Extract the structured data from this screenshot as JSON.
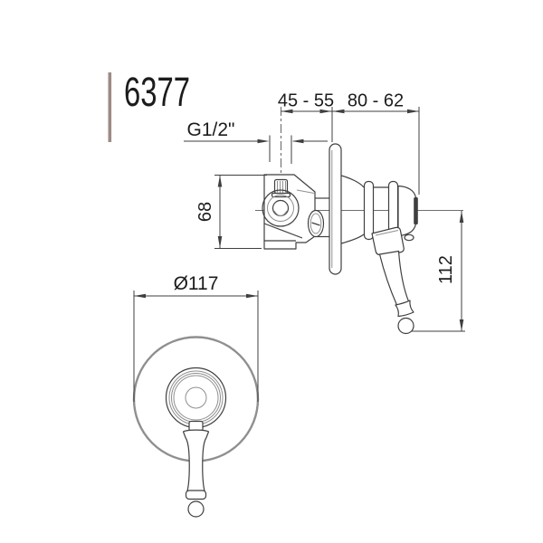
{
  "drawing": {
    "model_number": "6377",
    "dimensions": {
      "recess_depth": "45 - 55",
      "projection": "80 - 62",
      "thread_size": "G1/2\"",
      "body_height": "68",
      "handle_length": "112",
      "plate_diameter": "Ø117"
    },
    "colors": {
      "ink": "#1c1c1c",
      "line": "#3f3f3f",
      "soft": "#8f8f8f",
      "accent": "#9e8b85"
    }
  }
}
